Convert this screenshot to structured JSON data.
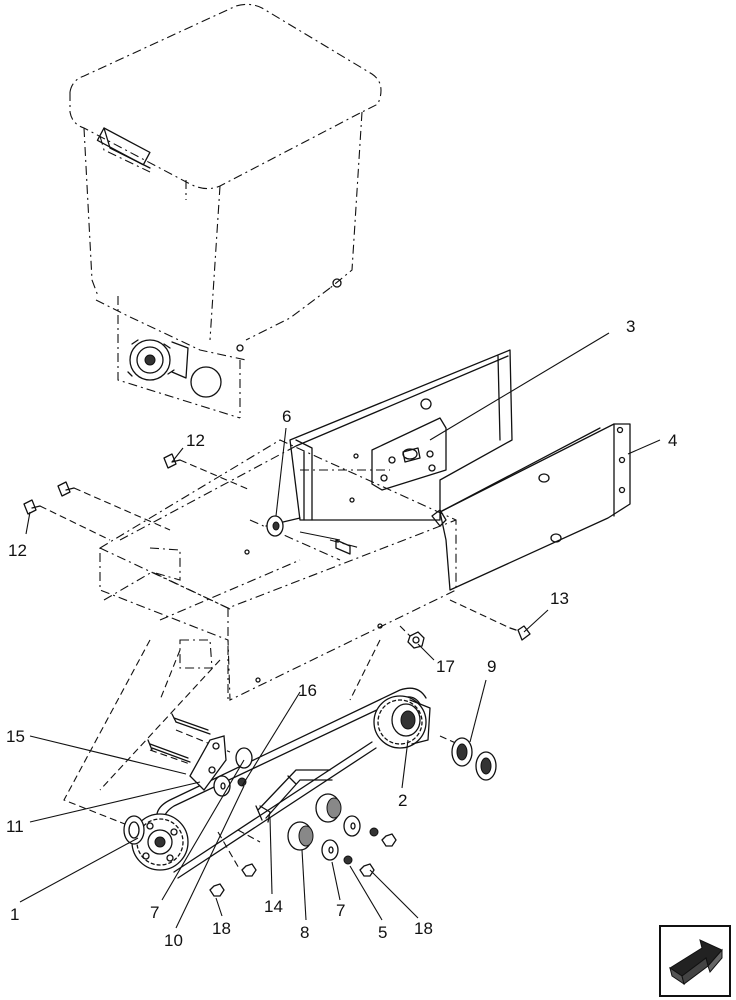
{
  "callouts": {
    "c1": "1",
    "c2": "2",
    "c3": "3",
    "c4": "4",
    "c5": "5",
    "c6": "6",
    "c7a": "7",
    "c7b": "7",
    "c8": "8",
    "c9": "9",
    "c10": "10",
    "c11": "11",
    "c12a": "12",
    "c12b": "12",
    "c13": "13",
    "c14": "14",
    "c15": "15",
    "c16": "16",
    "c17": "17",
    "c18a": "18",
    "c18b": "18"
  },
  "icons": {
    "nav": "next-page-arrow-icon"
  }
}
